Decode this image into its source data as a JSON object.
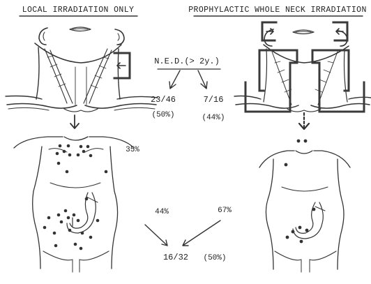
{
  "headings": {
    "left": "LOCAL IRRADIATION ONLY",
    "right": "PROPHYLACTIC WHOLE NECK IRRADIATION"
  },
  "ned_label": "N.E.D.(> 2y.)",
  "left_outcome": {
    "ratio": "23/46",
    "percent": "(50%)"
  },
  "right_outcome": {
    "ratio": "7/16",
    "percent": "(44%)"
  },
  "metastasis": {
    "chest_percent": "35%",
    "abdomen_left_percent": "44%",
    "abdomen_right_percent": "67%",
    "combined_ratio": "16/32",
    "combined_percent": "(50%)"
  }
}
